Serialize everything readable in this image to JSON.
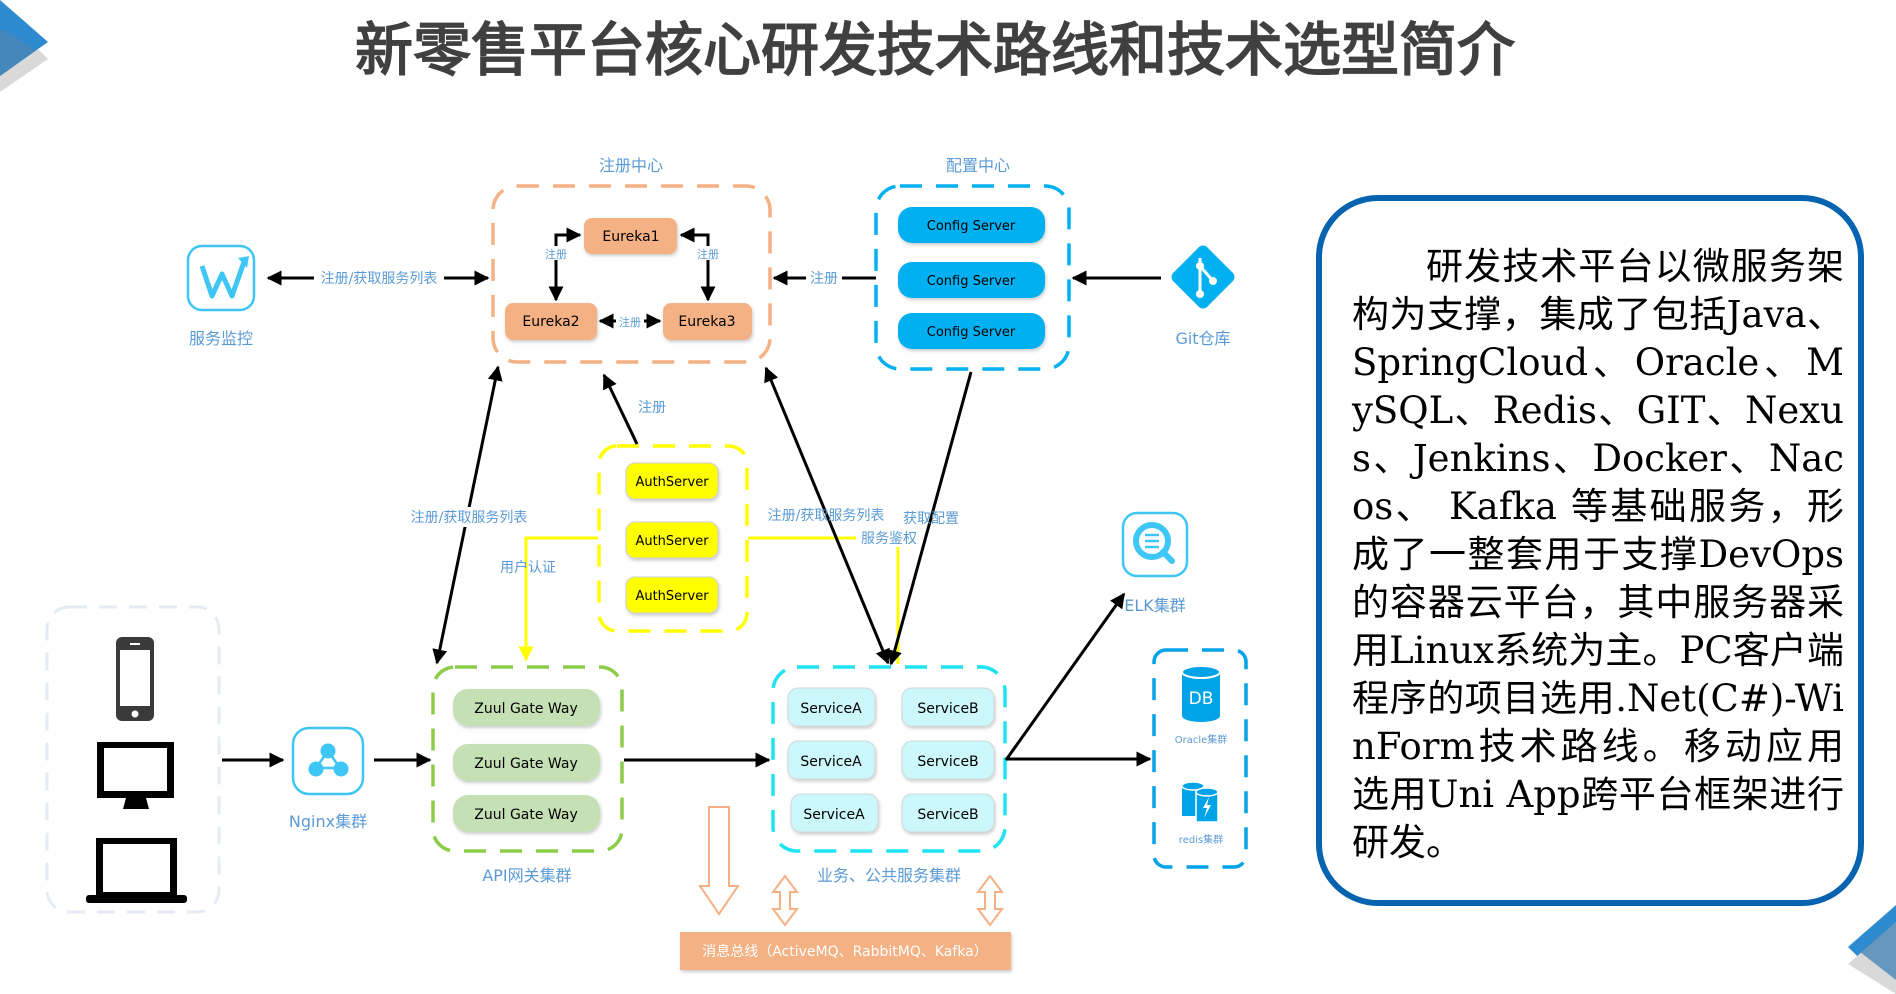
{
  "title": "新零售平台核心研发技术路线和技术选型简介",
  "colors": {
    "accent_blue": "#0563b0",
    "registry_orange": "#f4b183",
    "config_blue": "#00b0f0",
    "auth_yellow": "#ffff00",
    "gateway_green": "#c5e0b4",
    "service_cyan": "#ccf7fb",
    "label_blue": "#5b9bd5",
    "bus_orange": "#f4b183"
  },
  "registry": {
    "title": "注册中心",
    "nodes": [
      "Eureka1",
      "Eureka2",
      "Eureka3"
    ],
    "edge_label": "注册"
  },
  "config_center": {
    "title": "配置中心",
    "nodes": [
      "Config Server",
      "Config Server",
      "Config Server"
    ],
    "edge_label": "注册"
  },
  "monitor": {
    "label": "服务监控",
    "icon": "monitor-chart-icon",
    "edge_label": "注册/获取服务列表"
  },
  "git": {
    "label": "Git仓库",
    "icon": "git-icon"
  },
  "auth": {
    "nodes": [
      "AuthServer",
      "AuthServer",
      "AuthServer"
    ],
    "register_label": "注册",
    "user_auth_label": "用户认证",
    "service_auth_label": "服务鉴权"
  },
  "clients": {
    "icons": [
      "mobile-phone-icon",
      "desktop-monitor-icon",
      "laptop-icon"
    ]
  },
  "nginx": {
    "label": "Nginx集群",
    "icon": "nginx-cluster-icon"
  },
  "gateway": {
    "title": "API网关集群",
    "nodes": [
      "Zuul Gate Way",
      "Zuul Gate Way",
      "Zuul Gate Way"
    ],
    "edge_label": "注册/获取服务列表"
  },
  "services": {
    "title": "业务、公共服务集群",
    "nodes": [
      "ServiceA",
      "ServiceB",
      "ServiceA",
      "ServiceB",
      "ServiceA",
      "ServiceB"
    ],
    "edge_label_registry": "注册/获取服务列表",
    "edge_label_config": "获取配置"
  },
  "elk": {
    "label": "ELK集群",
    "icon": "elk-search-icon"
  },
  "storage": {
    "db_icon_text": "DB",
    "oracle_label": "Oracle集群",
    "redis_label": "redis集群"
  },
  "message_bus": {
    "label": "消息总线（ActiveMQ、RabbitMQ、Kafka）"
  },
  "description": "研发技术平台以微服务架构为支撑，集成了包括Java、SpringCloud、Oracle、MySQL、Redis、GIT、Nexus、Jenkins、Docker、Nacos、 Kafka 等基础服务，形成了一整套用于支撑DevOps的容器云平台，其中服务器采用Linux系统为主。PC客户端程序的项目选用.Net(C#)-WinForm技术路线。移动应用选用Uni App跨平台框架进行研发。"
}
